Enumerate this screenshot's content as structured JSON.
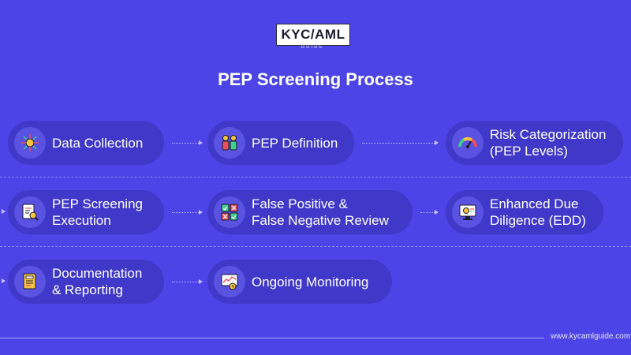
{
  "logo": {
    "text": "KYC/AML",
    "subtext": "GUIDE"
  },
  "title": "PEP Screening Process",
  "steps": [
    {
      "label": "Data Collection",
      "icon": "data-collection-icon"
    },
    {
      "label": "PEP Definition",
      "icon": "pep-definition-icon"
    },
    {
      "label": "Risk Categorization\n(PEP Levels)",
      "icon": "risk-gauge-icon"
    },
    {
      "label": "PEP Screening\nExecution",
      "icon": "screening-document-icon"
    },
    {
      "label": "False Positive &\nFalse Negative Review",
      "icon": "review-matrix-icon"
    },
    {
      "label": "Enhanced Due\nDiligence (EDD)",
      "icon": "edd-monitor-icon"
    },
    {
      "label": "Documentation\n& Reporting",
      "icon": "documentation-icon"
    },
    {
      "label": "Ongoing Monitoring",
      "icon": "monitoring-icon"
    }
  ],
  "footer": {
    "url": "www.kycamlguide.com"
  },
  "colors": {
    "background": "#4c44e6",
    "card": "#4038c8",
    "icon_bg": "#5a52e0",
    "accent_yellow": "#f5c542",
    "accent_red": "#e8505b",
    "accent_green": "#3ecf8e"
  }
}
